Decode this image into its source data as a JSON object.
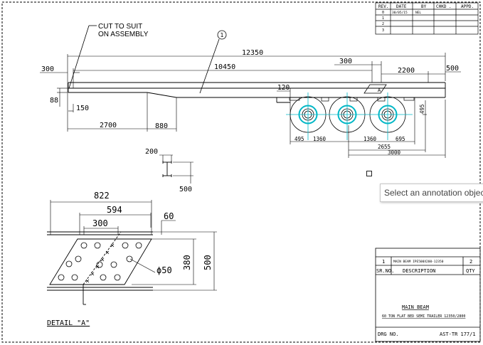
{
  "colors": {
    "line": "#000000",
    "cyan": "#00b7c6",
    "background": "#ffffff"
  },
  "notes": {
    "cut_to_suit_1": "CUT TO SUIT",
    "cut_to_suit_2": "ON ASSEMBLY",
    "balloon": "1"
  },
  "dimensions": {
    "d12350": "12350",
    "d10450": "10450",
    "d300_left": "300",
    "d300_right": "300",
    "d2200": "2200",
    "d500": "500",
    "d88": "88",
    "d150": "150",
    "d120": "120",
    "d2700": "2700",
    "d880": "880",
    "d495_right": "495",
    "d495": "495",
    "d1360_a": "1360",
    "d1360_b": "1360",
    "d695": "695",
    "d2655": "2655",
    "d3000": "3000",
    "beam_200": "200",
    "beam_500": "500"
  },
  "detail": {
    "label": "DETAIL \"A\"",
    "d822": "822",
    "d594": "594",
    "d300": "300",
    "d60": "60",
    "d380": "380",
    "d500": "500",
    "hole": "ϕ50",
    "marker": "A"
  },
  "revision_table": {
    "headers": [
      "REV.",
      "DATE",
      "BY",
      "CHKD .",
      "APPD."
    ],
    "rows": [
      [
        "0",
        "30/05/15",
        "NEL",
        "",
        ""
      ],
      [
        "1",
        "",
        "",
        "",
        ""
      ],
      [
        "2",
        "",
        "",
        "",
        ""
      ],
      [
        "3",
        "",
        "",
        "",
        ""
      ]
    ]
  },
  "title_block": {
    "item_no": "1",
    "item_desc": "MAIN BEAM IPE500X200-12350",
    "item_qty": "2",
    "col_srno": "SR.NO.",
    "col_desc": "DESCRIPTION",
    "col_qty": "QTY",
    "title1": "MAIN BEAM",
    "title2": "60 TON FLAT BED SEMI TRAILER 12350/2800",
    "drg_label": "DRG NO.",
    "drg_no": "AST-TR 177/1"
  },
  "tooltip": {
    "text": "Select an annotation object"
  }
}
